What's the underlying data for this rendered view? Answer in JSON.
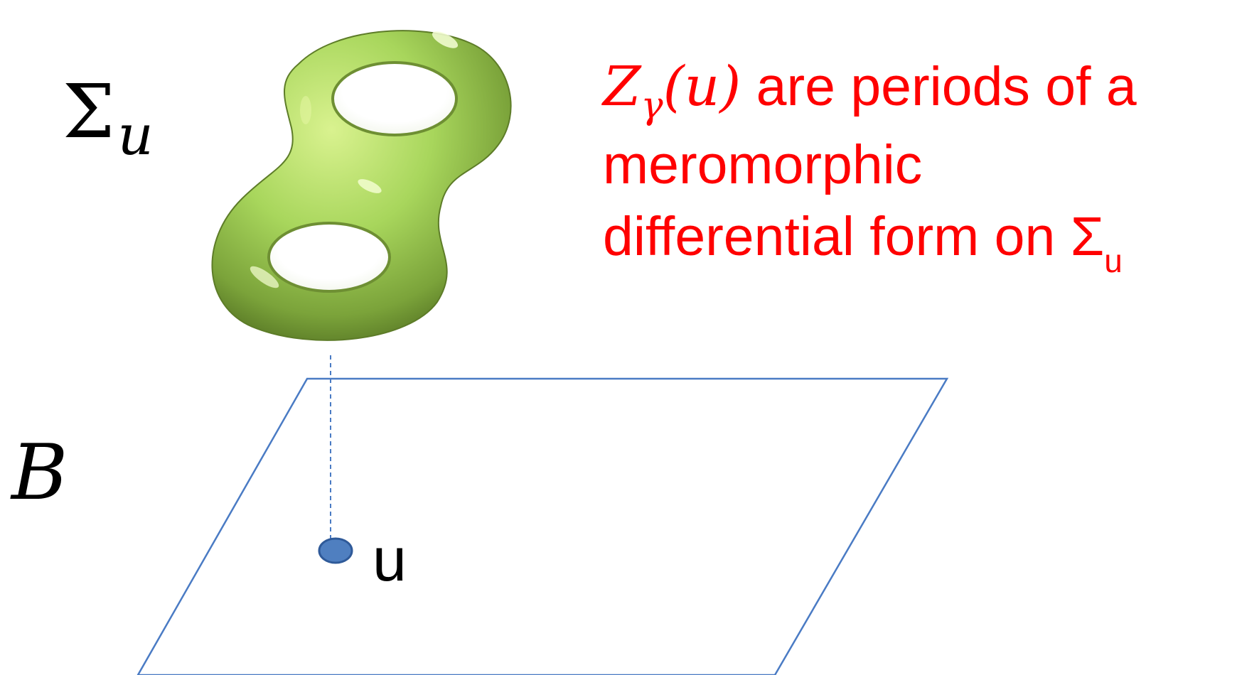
{
  "labels": {
    "fiber_symbol": "Σ",
    "fiber_subscript": "u",
    "base_symbol": "B",
    "point_label": "u"
  },
  "annotation": {
    "math_main": "Z",
    "math_sub": "γ",
    "math_arg": "(u)",
    "line1_rest": " are periods of a",
    "line2": "meromorphic",
    "line3_prefix": "differential form on Σ",
    "line3_sub": "u"
  },
  "colors": {
    "annotation": "#ff0000",
    "surface": "#a8d65c",
    "plane_edge": "#4a7bc4",
    "point": "#4f7fc0",
    "point_edge": "#2f5a99"
  }
}
